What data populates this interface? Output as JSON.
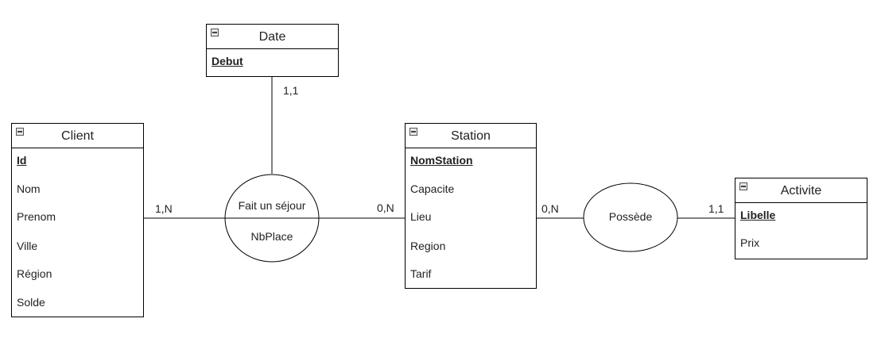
{
  "entities": {
    "date": {
      "name": "Date",
      "attributes": [
        {
          "text": "Debut",
          "key": true
        }
      ]
    },
    "client": {
      "name": "Client",
      "attributes": [
        {
          "text": "Id",
          "key": true
        },
        {
          "text": "Nom",
          "key": false
        },
        {
          "text": "Prenom",
          "key": false
        },
        {
          "text": "Ville",
          "key": false
        },
        {
          "text": "Région",
          "key": false
        },
        {
          "text": "Solde",
          "key": false
        }
      ]
    },
    "station": {
      "name": "Station",
      "attributes": [
        {
          "text": "NomStation",
          "key": true
        },
        {
          "text": "Capacite",
          "key": false
        },
        {
          "text": "Lieu",
          "key": false
        },
        {
          "text": "Region",
          "key": false
        },
        {
          "text": "Tarif",
          "key": false
        }
      ]
    },
    "activite": {
      "name": "Activite",
      "attributes": [
        {
          "text": "Libelle",
          "key": true
        },
        {
          "text": "Prix",
          "key": false
        }
      ]
    }
  },
  "relationships": {
    "sejour": {
      "name": "Fait un séjour",
      "attribute": "NbPlace"
    },
    "possede": {
      "name": "Possède"
    }
  },
  "cardinalities": {
    "date_sejour": "1,1",
    "client_sejour": "1,N",
    "station_sejour": "0,N",
    "station_possede": "0,N",
    "activite_possede": "1,1"
  }
}
